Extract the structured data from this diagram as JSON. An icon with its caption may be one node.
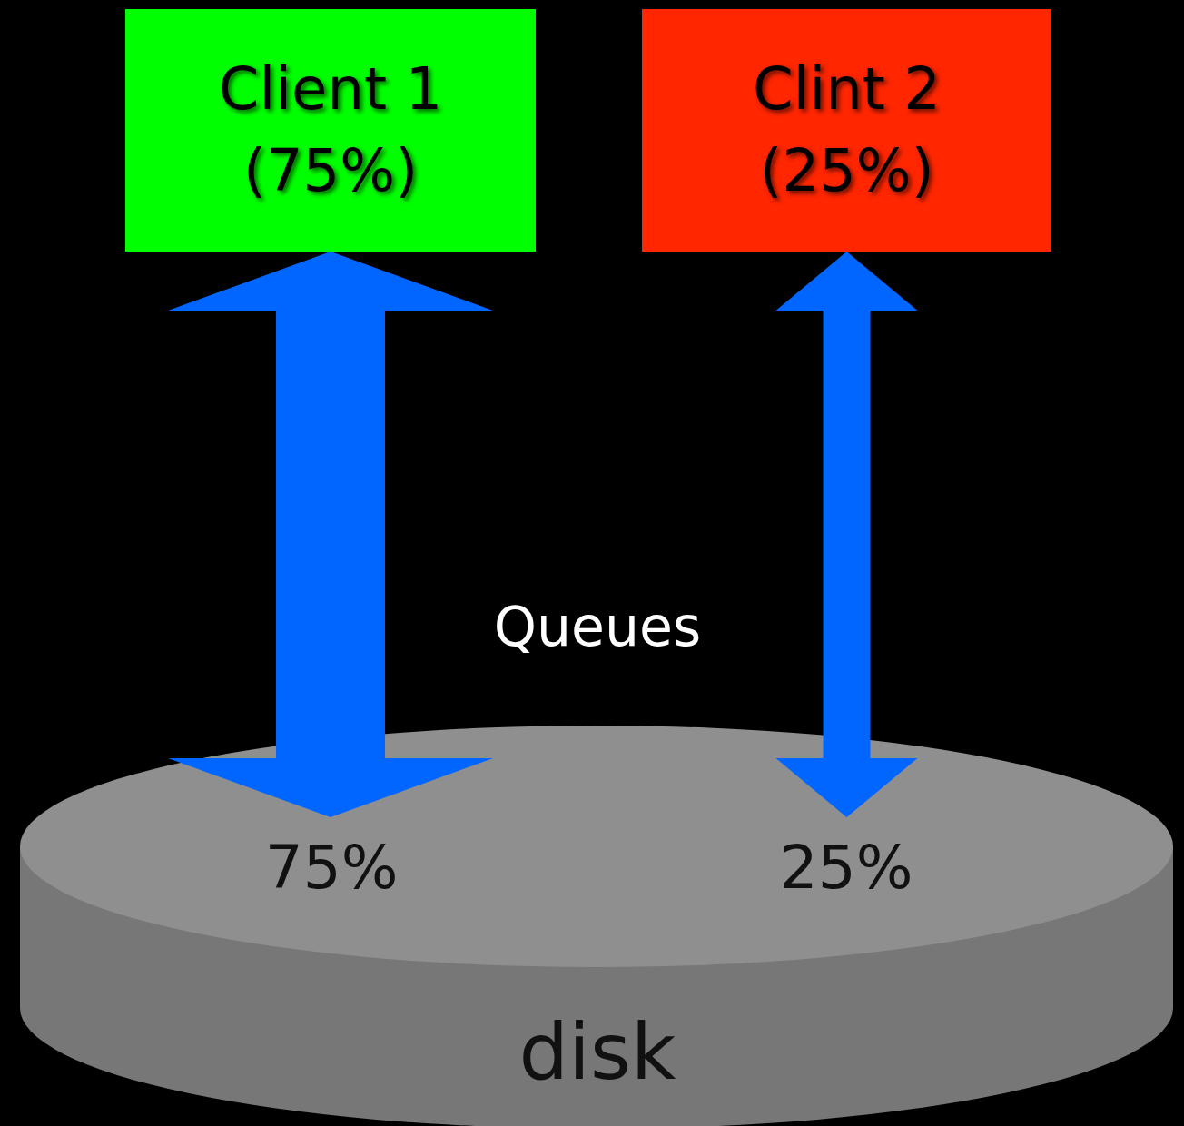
{
  "diagram": {
    "nodes": [
      {
        "text": [
          "Client 1 (75%)"
        ]
      },
      {
        "text": [
          "Clint 2 (25%)"
        ]
      },
      {
        "text": [
          "75%",
          "25%",
          "disk"
        ]
      }
    ],
    "edges": [
      {
        "from": 0,
        "to": 2,
        "arrow": "both",
        "style": "thick"
      },
      {
        "from": 1,
        "to": 2,
        "arrow": "both"
      }
    ],
    "labels": [
      "Queues"
    ]
  }
}
